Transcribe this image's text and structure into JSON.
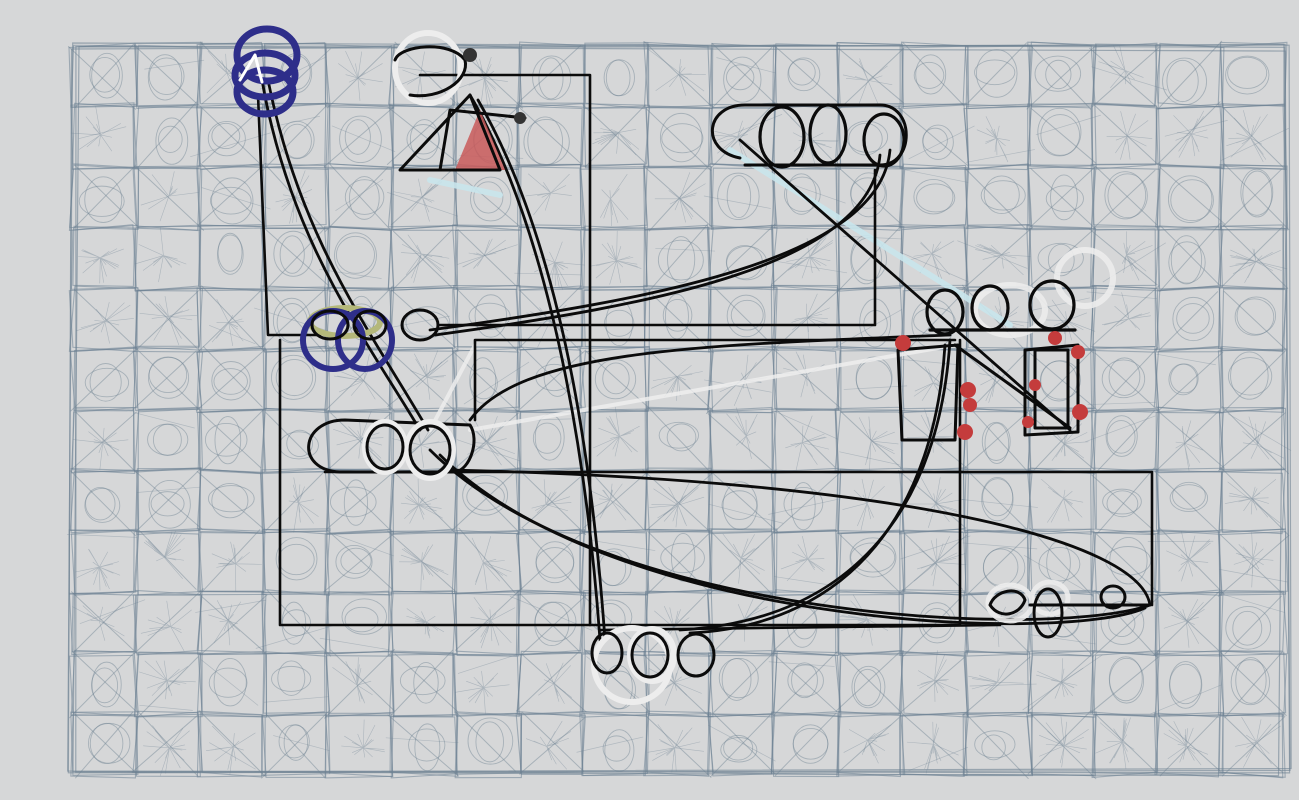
{
  "canvas": {
    "background": "#d6d7d8",
    "grid_color": "#6e8293",
    "grid_columns": 19,
    "grid_rows": 12,
    "style": "hand-drawn sketch"
  },
  "colors": {
    "ink": "#0b0b0b",
    "navy": "#2e2e8a",
    "white": "#ededed",
    "red": "#c43c3c",
    "light_blue": "#c9e6ec",
    "olive": "#b4b87a"
  },
  "nodes": [
    {
      "name": "node-navy-top-left",
      "shape": "ring-stack",
      "color_key": "navy"
    },
    {
      "name": "node-white-triangle-top",
      "shape": "ring-triangle",
      "color_key": "white"
    },
    {
      "name": "node-three-ovals-top-right",
      "shape": "oval-group",
      "color_key": "ink"
    },
    {
      "name": "node-navy-olive-mid-left",
      "shape": "ring-cluster",
      "color_key": "navy"
    },
    {
      "name": "node-three-ovals-right",
      "shape": "oval-group",
      "color_key": "ink"
    },
    {
      "name": "node-red-rectangles-right",
      "shape": "rectangles",
      "color_key": "red"
    },
    {
      "name": "node-three-ovals-center-left",
      "shape": "oval-group",
      "color_key": "white"
    },
    {
      "name": "node-small-ovals-bottom-right",
      "shape": "oval-group",
      "color_key": "ink"
    },
    {
      "name": "node-three-ovals-bottom-center",
      "shape": "oval-group",
      "color_key": "white"
    }
  ]
}
